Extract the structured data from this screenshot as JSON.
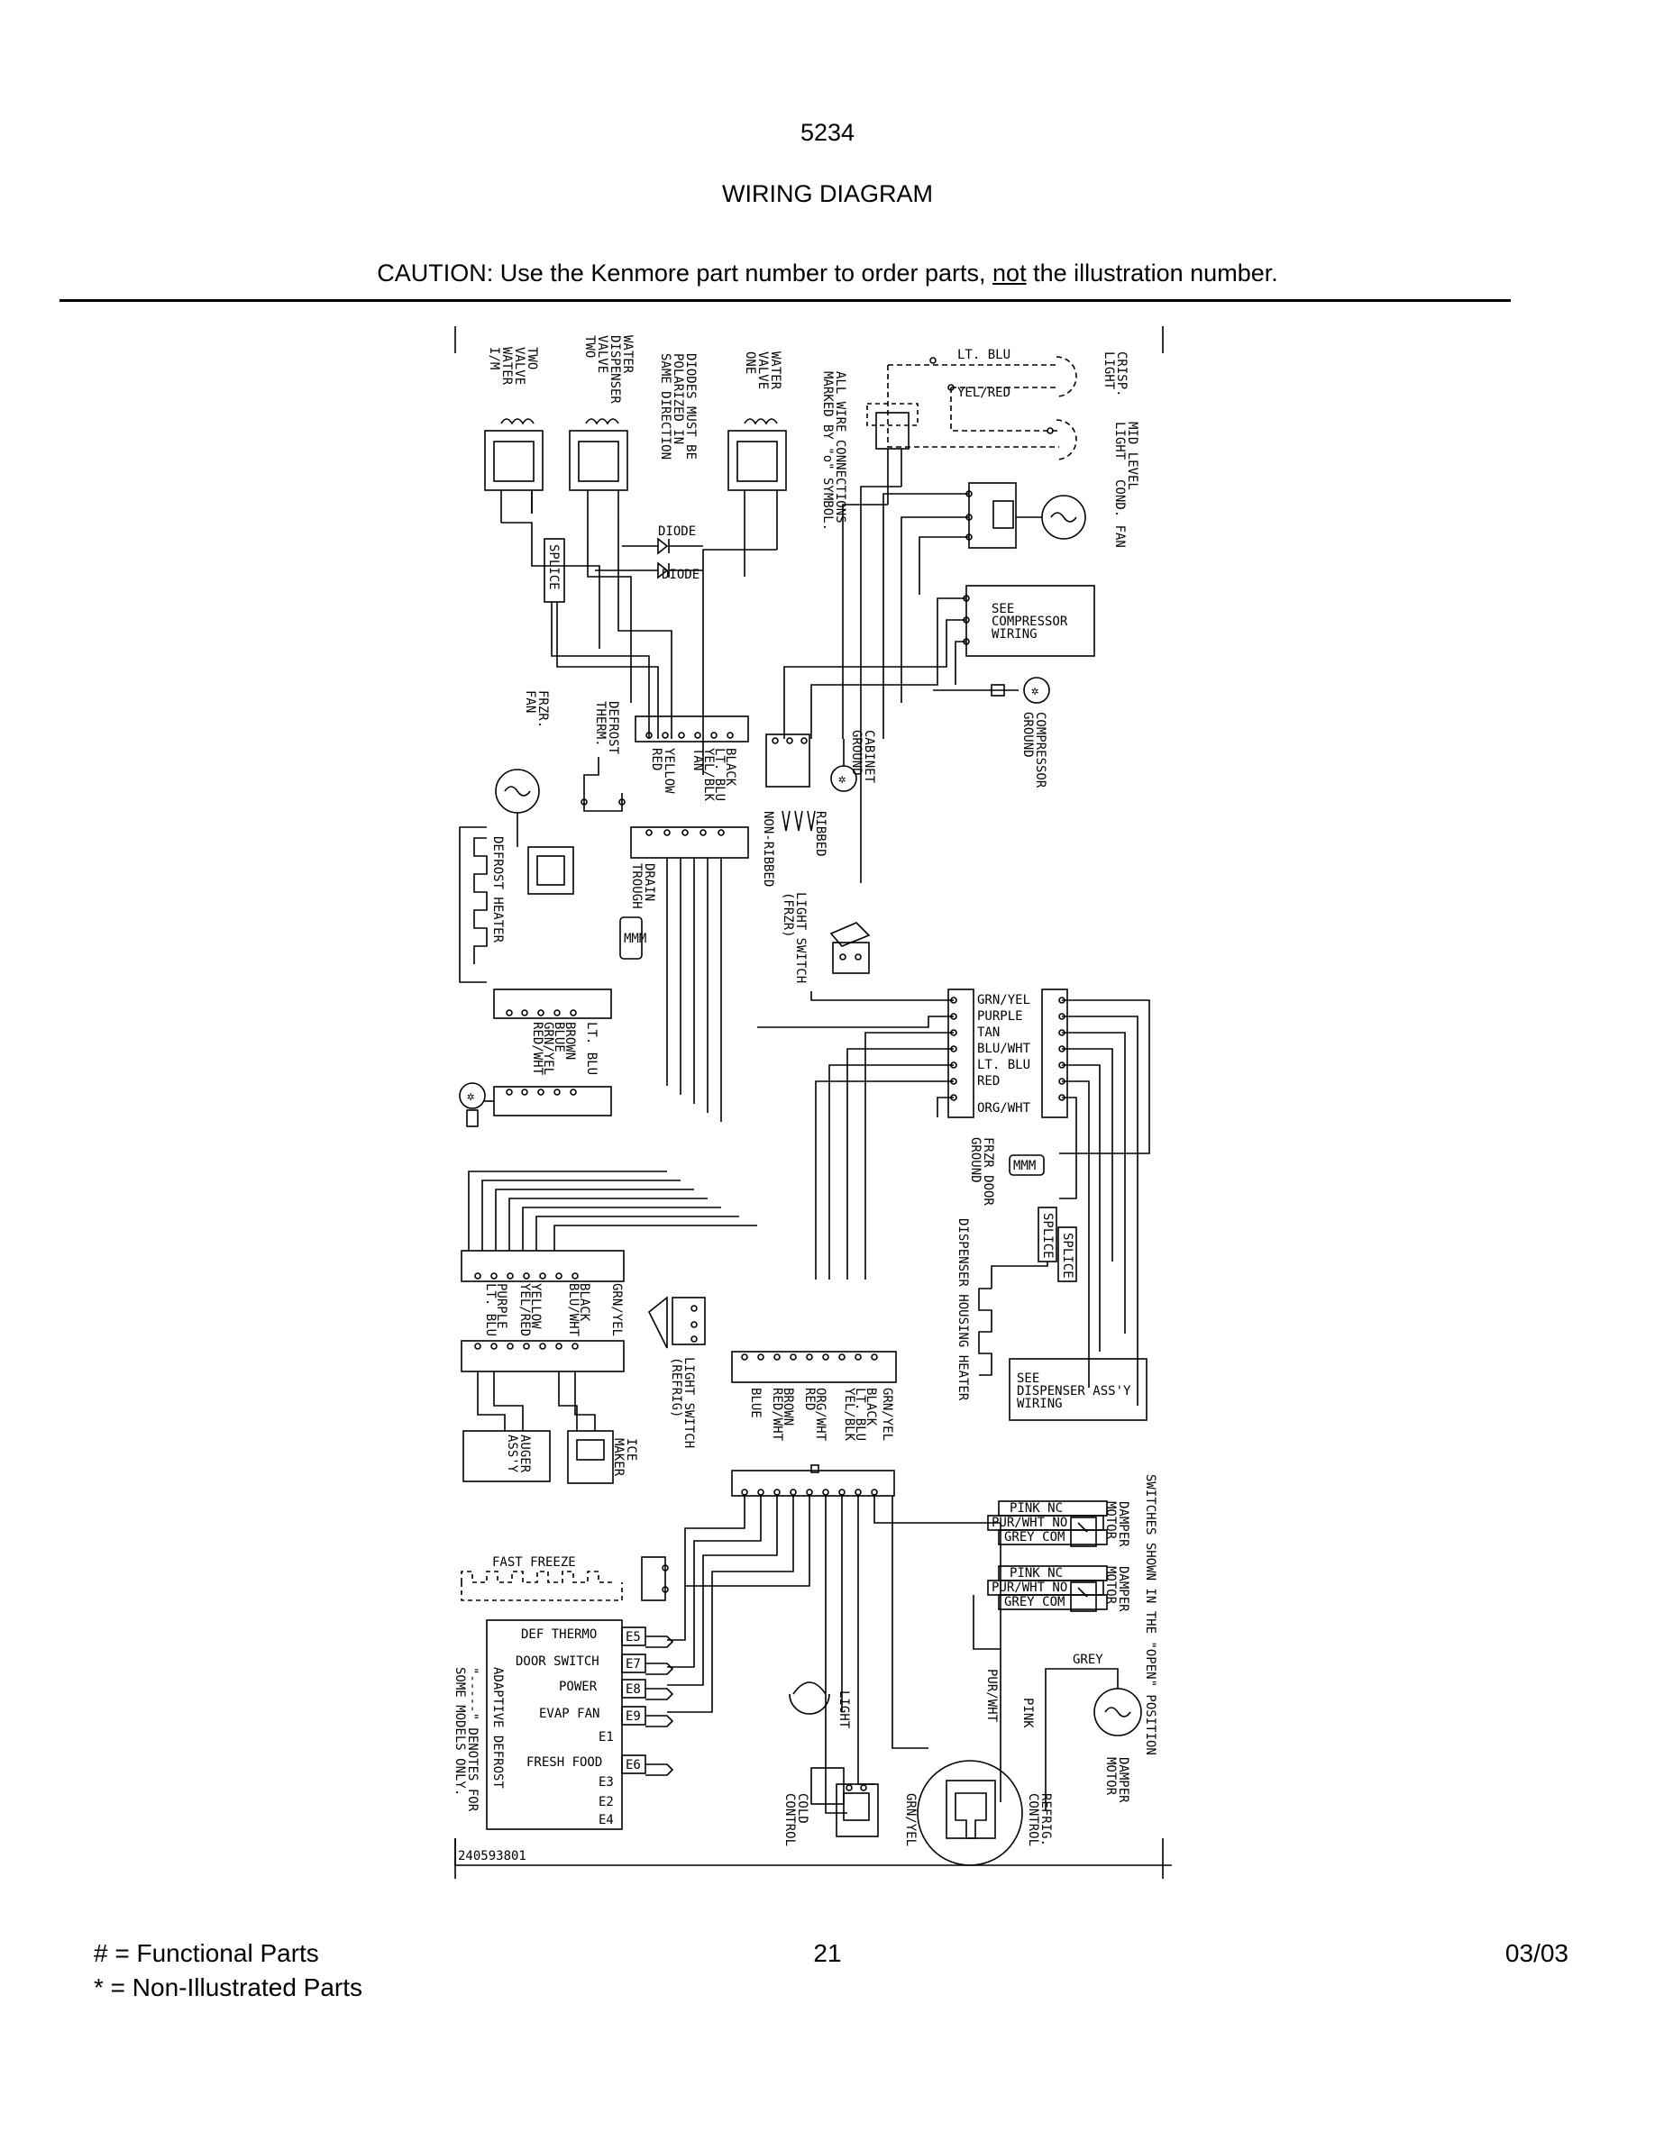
{
  "header": {
    "model": "5234",
    "title": "WIRING DIAGRAM",
    "caution_prefix": "CAUTION: Use the Kenmore part number to order parts, ",
    "caution_emph": "not",
    "caution_suffix": " the illustration number."
  },
  "diagram": {
    "labels": {
      "im_valve": [
        "I/M",
        "WATER",
        "VALVE",
        "TWO"
      ],
      "disp_valve": [
        "WATER",
        "DISPENSER",
        "VALVE",
        "TWO"
      ],
      "diodes_note": [
        "DIODES MUST BE",
        "POLARIZED IN",
        "SAME DIRECTION"
      ],
      "water_valve_one": [
        "WATER",
        "VALVE",
        "ONE"
      ],
      "wire_note": [
        "ALL WIRE CONNECTIONS",
        "MARKED BY \"o\" SYMBOL."
      ],
      "lt_blu": "LT. BLU",
      "yel_red": "YEL/RED",
      "crisp_light": [
        "CRISP.",
        "LIGHT"
      ],
      "mid_level_light": [
        "MID LEVEL",
        "LIGHT"
      ],
      "cond_fan": [
        "COND. FAN"
      ],
      "diode1": "DIODE",
      "diode2": "DIODE",
      "splice": "SPLICE",
      "see_compressor": [
        "SEE",
        "COMPRESSOR",
        "WIRING"
      ],
      "compressor_ground": [
        "COMPRESSOR",
        "GROUND"
      ],
      "frzr_fan": [
        "FRZR.",
        "FAN"
      ],
      "defrost_therm": [
        "DEFROST",
        "THERM."
      ],
      "cabinet_ground": [
        "CABINET",
        "GROUND"
      ],
      "top_wires": [
        "BLACK",
        "LT. BLU",
        "YEL/BLK",
        "TAN",
        "YELLOW",
        "RED"
      ],
      "ribbed": [
        "NON-RIBBED",
        "RIBBED"
      ],
      "defrost_heater": "DEFROST HEATER",
      "drain_trough": [
        "DRAIN",
        "TROUGH"
      ],
      "light_switch_frzr": [
        "LIGHT SWITCH",
        "(FRZR)"
      ],
      "mid_wires": [
        "LT. BLU",
        "BROWN",
        "BLUE",
        "GRN/YEL",
        "RED/WHT"
      ],
      "right_wires": [
        "GRN/YEL",
        "PURPLE",
        "TAN",
        "BLU/WHT",
        "LT. BLU",
        "RED",
        "ORG/WHT"
      ],
      "frzr_door_ground": [
        "FRZR DOOR",
        "GROUND"
      ],
      "splice_a": "SPLICE",
      "splice_b": "SPLICE",
      "dispenser_heater": "DISPENSER HOUSING HEATER",
      "see_dispenser": [
        "SEE",
        "DISPENSER ASS'Y",
        "WIRING"
      ],
      "left_wires": [
        "GRN/YEL",
        "BLACK",
        "BLU/WHT",
        "YELLOW",
        "YEL/RED",
        "PURPLE",
        "LT. BLU"
      ],
      "light_switch_refrig": [
        "LIGHT SWITCH",
        "(REFRIG)"
      ],
      "bottom_wires": [
        "GRN/YEL",
        "BLACK",
        "LT. BLU",
        "YEL/BLK",
        "ORG/WHT",
        "RED",
        "BROWN",
        "RED/WHT",
        "BLUE"
      ],
      "auger": [
        "AUGER",
        "ASS'Y"
      ],
      "ice_maker": [
        "ICE",
        "MAKER"
      ],
      "switches_note": "SWITCHES SHOWN IN THE \"OPEN\" POSITION",
      "damper_motor_1": [
        "DAMPER",
        "MOTOR"
      ],
      "damper_motor_2": [
        "DAMPER",
        "MOTOR"
      ],
      "damper_motor_3": [
        "DAMPER",
        "MOTOR"
      ],
      "pink_nc": "PINK NC",
      "pur_wht_no": "PUR/WHT NO",
      "grey_com": "GREY COM",
      "pink_nc2": "PINK NC",
      "pur_wht_no2": "PUR/WHT NO",
      "grey_com2": "GREY COM",
      "grey": "GREY",
      "pur_wht": "PUR/WHT",
      "pink": "PINK",
      "fast_freeze": "FAST FREEZE",
      "control_rows": [
        "DEF THERMO",
        "DOOR SWITCH",
        "POWER",
        "EVAP FAN",
        "",
        "FRESH FOOD",
        "",
        "",
        ""
      ],
      "control_pins": [
        "E5",
        "E7",
        "E8",
        "E9",
        "E1",
        "E6",
        "E3",
        "E2",
        "E4"
      ],
      "adaptive_note": [
        "ADAPTIVE DEFROST",
        "\"-----\" DENOTES FOR",
        "SOME MODELS ONLY."
      ],
      "light": "LIGHT",
      "cold_control": [
        "COLD",
        "CONTROL"
      ],
      "grn_yel": "GRN/YEL",
      "refrig_control": [
        "REFRIG.",
        "CONTROL"
      ],
      "part_code": "240593801"
    }
  },
  "footer": {
    "legend_functional": "#  =  Functional Parts",
    "legend_non_illustrated": "*   =  Non-Illustrated Parts",
    "page": "21",
    "date": "03/03"
  }
}
